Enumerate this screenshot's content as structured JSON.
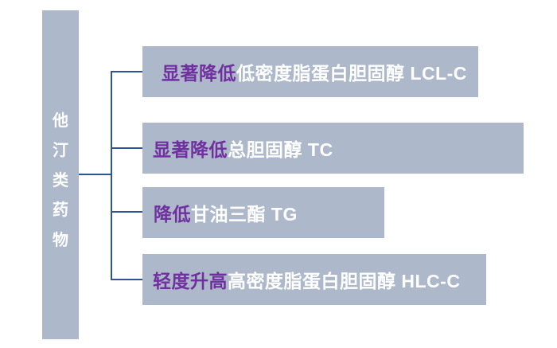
{
  "root": {
    "label": "他汀类药物",
    "chars": [
      "他",
      "汀",
      "类",
      "药",
      "物"
    ]
  },
  "branches": [
    {
      "highlight": "显著降低",
      "rest": "低密度脂蛋白胆固醇 LCL-C"
    },
    {
      "highlight": "显著降低",
      "rest": "总胆固醇 TC"
    },
    {
      "highlight": "降低",
      "rest": "甘油三酯 TG"
    },
    {
      "highlight": "轻度升高",
      "rest": "高密度脂蛋白胆固醇 HLC-C"
    }
  ],
  "colors": {
    "page_bg": "#ffffff",
    "box_bg": "#adb9ca",
    "highlight": "#7030a0",
    "node_text": "#ffffff",
    "line_color": "#2f5496"
  }
}
